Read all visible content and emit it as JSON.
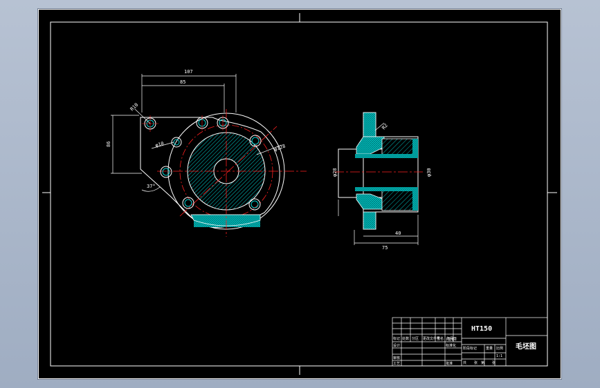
{
  "window": {
    "background_colors": [
      "#b7c2d3",
      "#9fadc2"
    ],
    "canvas_color": "#000000"
  },
  "drawing": {
    "colors": {
      "outline": "#ffffff",
      "center_line": "#ff0000",
      "hatch": "#00d0d0",
      "hatch_pattern": "#00a0a0"
    },
    "dims_left": {
      "d107": "107",
      "d85": "85",
      "r10": "R10",
      "d86": "86",
      "phi10": "φ10",
      "phi128": "φ128",
      "ang37": "37°"
    },
    "dims_right": {
      "d_left": "φ28",
      "d_right": "φ30",
      "r2": "R2",
      "d40": "40",
      "d75": "75"
    },
    "title_block": {
      "material": "HT150",
      "drawing_name": "毛坯图",
      "headers": [
        "标记",
        "处数",
        "分区",
        "更改文件号",
        "签名",
        "年月日"
      ],
      "left_rows": [
        "设计",
        "审核",
        "工艺"
      ],
      "middle_rows": [
        "标准化",
        "",
        "批准"
      ],
      "middle_top": "(签名)",
      "stage_headers": [
        "阶段标记",
        "重量",
        "比例"
      ],
      "scale": "1:1",
      "sheet_row": [
        "共",
        "张",
        "第",
        "张"
      ]
    }
  }
}
